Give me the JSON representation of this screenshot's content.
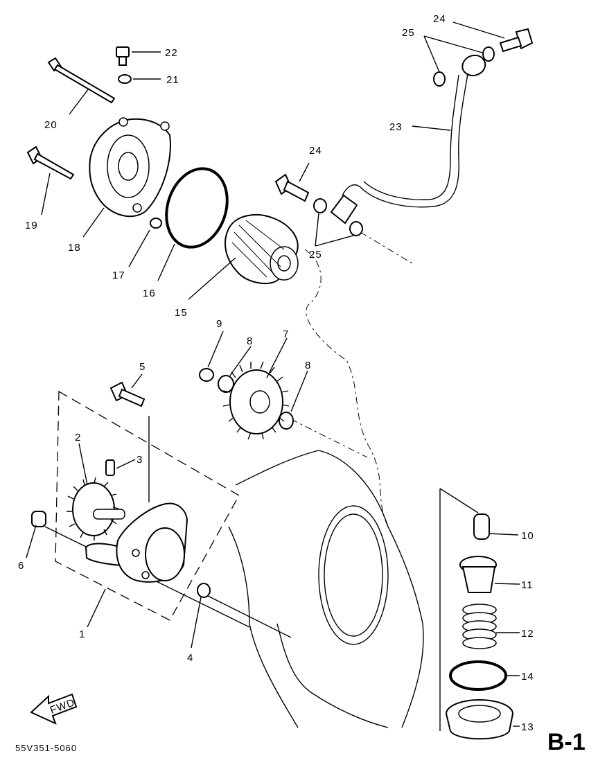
{
  "diagram": {
    "callouts": {
      "p1": "1",
      "p2": "2",
      "p3": "3",
      "p4": "4",
      "p5": "5",
      "p6": "6",
      "p7": "7",
      "p8a": "8",
      "p8b": "8",
      "p9": "9",
      "p10": "10",
      "p11": "11",
      "p12": "12",
      "p13": "13",
      "p14": "14",
      "p15": "15",
      "p16": "16",
      "p17": "17",
      "p18": "18",
      "p19": "19",
      "p20": "20",
      "p21": "21",
      "p22": "22",
      "p23": "23",
      "p24a": "24",
      "p24b": "24",
      "p25a": "25",
      "p25b": "25"
    },
    "fwd_label": "FWD",
    "part_code": "55V351-5060",
    "page_id": "B-1"
  }
}
